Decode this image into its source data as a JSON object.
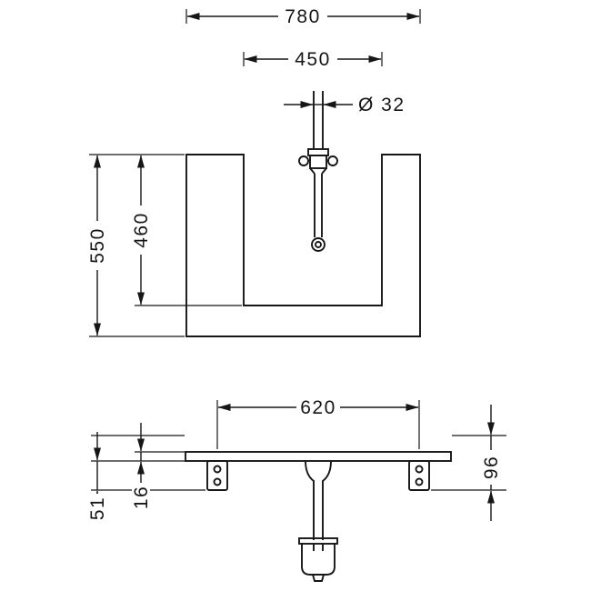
{
  "front_view": {
    "total_width": "780",
    "cutout_width": "450",
    "drain_diameter": "Ø 32",
    "total_height": "550",
    "cutout_height": "460"
  },
  "bottom_view": {
    "fixing_distance": "620",
    "side_height": "96",
    "bracket_drop": "51",
    "panel_thickness": "16"
  },
  "colors": {
    "line": "#161616",
    "background": "#ffffff"
  }
}
